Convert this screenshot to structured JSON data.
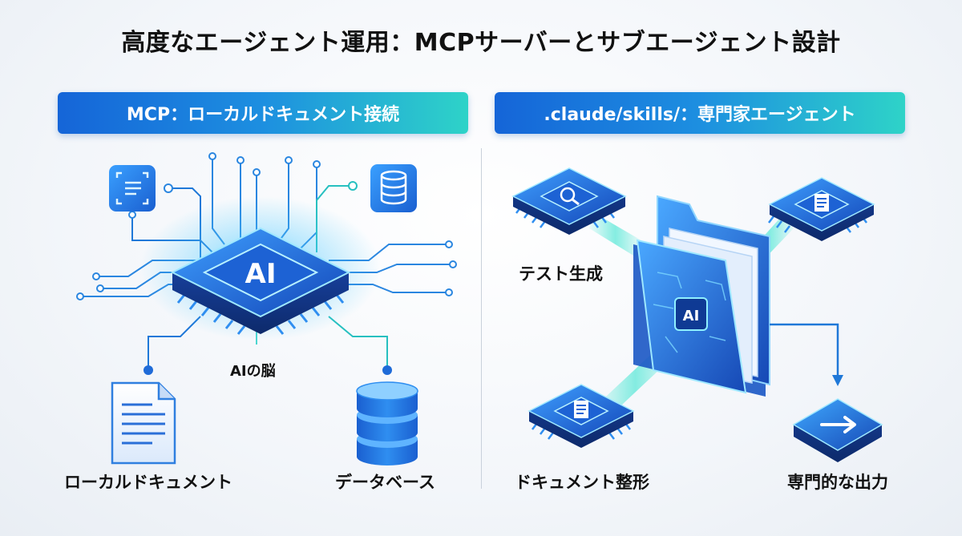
{
  "title": "高度なエージェント運用：MCPサーバーとサブエージェント設計",
  "left_panel": {
    "header": "MCP：ローカルドキュメント接続",
    "chip_label": "AI",
    "center_caption": "AIの脳",
    "doc_caption": "ローカルドキュメント",
    "db_caption": "データベース"
  },
  "right_panel": {
    "header": ".claude/skills/：専門家エージェント",
    "folder_chip_label": "AI",
    "test_caption": "テスト生成",
    "doc_caption": "ドキュメント整形",
    "output_caption": "専門的な出力"
  },
  "colors": {
    "accent_blue": "#1565d8",
    "accent_teal": "#2ed3c8",
    "chip_dark": "#123c8c"
  },
  "icons": [
    "scan-document-icon",
    "database-icon",
    "document-icon",
    "ai-chip-icon",
    "gear-search-icon",
    "folder-icon",
    "arrow-right-icon"
  ]
}
